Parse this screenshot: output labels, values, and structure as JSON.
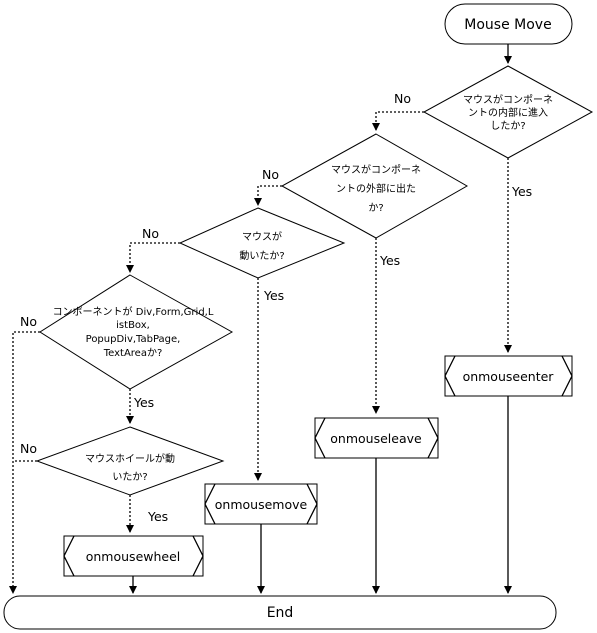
{
  "start": {
    "label": "Mouse Move"
  },
  "end": {
    "label": "End"
  },
  "decisions": {
    "enter": {
      "lines": [
        "マウスがコンポーネ",
        "ントの内部に進入",
        "したか?"
      ]
    },
    "leave": {
      "lines": [
        "マウスがコンポーネ",
        "ントの外部に出た",
        "か?"
      ]
    },
    "move": {
      "lines": [
        "マウスが",
        "動いたか?"
      ]
    },
    "type": {
      "lines": [
        "コンポーネントが  Div,Form,Grid,L",
        "istBox,",
        "PopupDiv,TabPage,",
        "TextAreaか?"
      ]
    },
    "wheel": {
      "lines": [
        "マウスホイールが動",
        "いたか?"
      ]
    }
  },
  "events": {
    "enter": "onmouseenter",
    "leave": "onmouseleave",
    "move": "onmousemove",
    "wheel": "onmousewheel"
  },
  "branch_labels": {
    "yes": "Yes",
    "no": "No"
  }
}
